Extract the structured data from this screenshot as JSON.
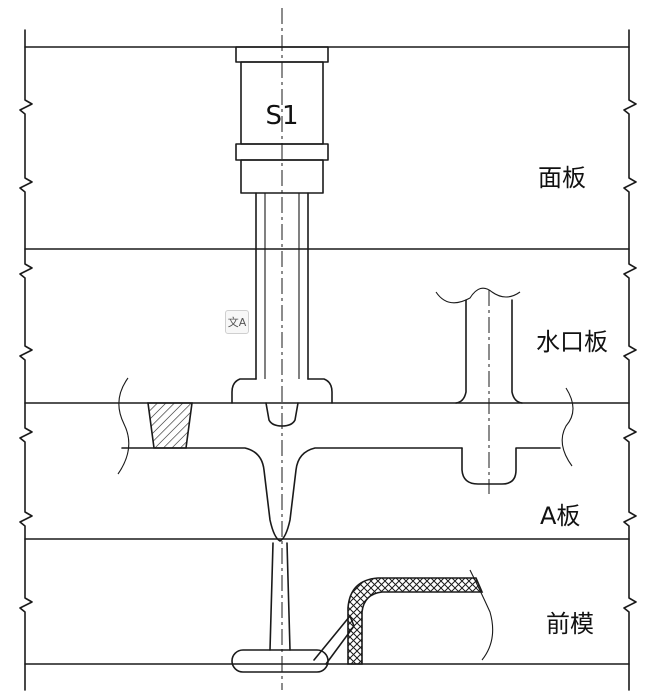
{
  "labels": {
    "insert": "S1",
    "plate_top": "面板",
    "plate_runner": "水口板",
    "plate_a": "A板",
    "plate_front": "前模"
  },
  "translate_icon": "文A",
  "colors": {
    "line": "#1a1a1a",
    "hatch": "#1a1a1a",
    "background": "#ffffff"
  }
}
